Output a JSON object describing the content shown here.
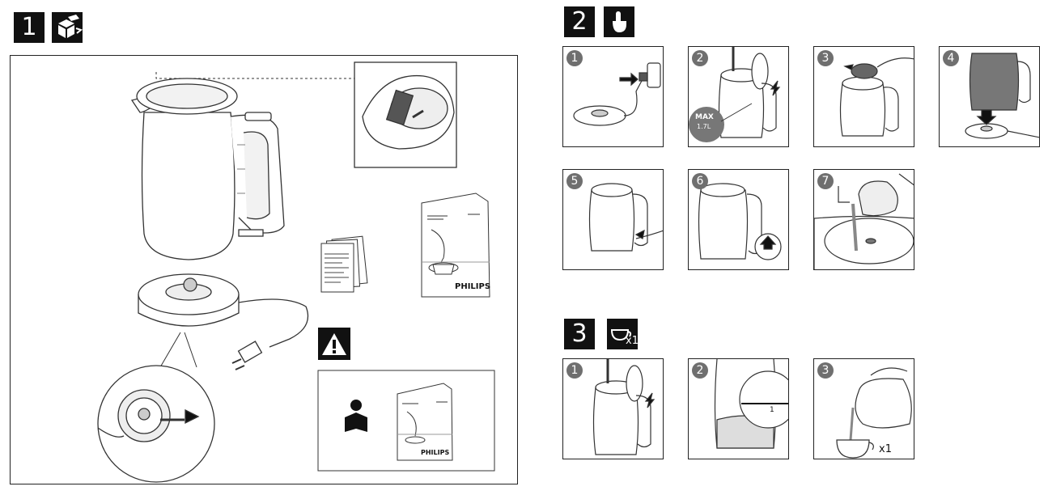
{
  "section1": {
    "number": "1",
    "icon": "unbox-icon",
    "brand_booklet": "PHILIPS",
    "brand_booklet_small": "PHILIPS",
    "warning_icon": "warning-icon",
    "reading_icon": "reading-person-icon"
  },
  "section2": {
    "number": "2",
    "icon": "pointing-hand-icon",
    "steps": [
      {
        "label": "1"
      },
      {
        "label": "2"
      },
      {
        "label": "3"
      },
      {
        "label": "4"
      },
      {
        "label": "5"
      },
      {
        "label": "6"
      },
      {
        "label": "7"
      }
    ],
    "max_badge": {
      "line1": "MAX",
      "line2": "1.7L"
    }
  },
  "section3": {
    "number": "3",
    "icon": "cup-icon",
    "icon_count": "x1",
    "steps": [
      {
        "label": "1"
      },
      {
        "label": "2"
      },
      {
        "label": "3"
      }
    ],
    "level_mark": "1",
    "pour_count": "x1"
  }
}
